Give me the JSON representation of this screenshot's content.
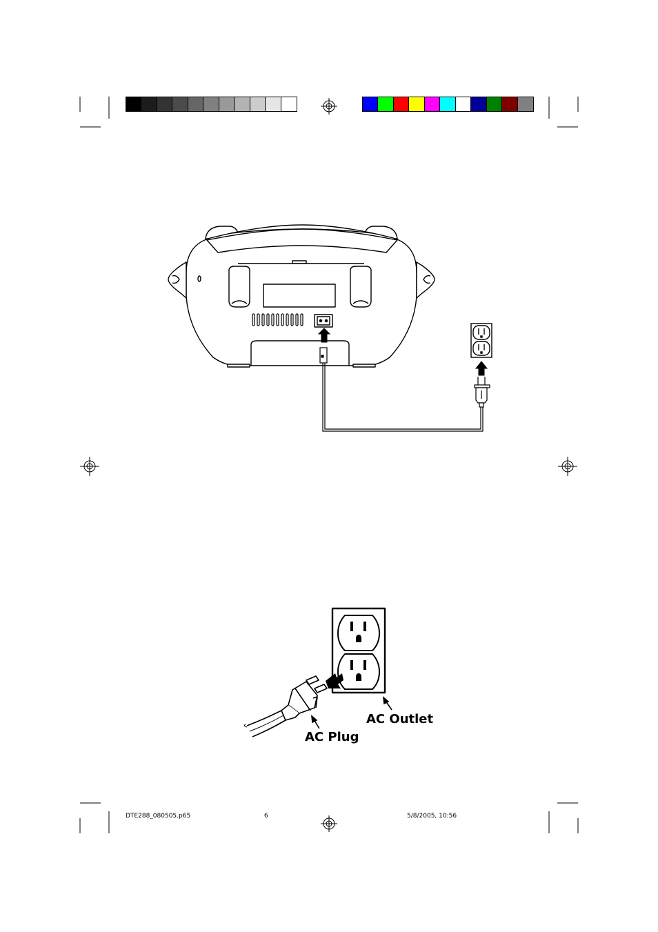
{
  "print_marks": {
    "grayscale_swatches": [
      "#000000",
      "#1c1c1c",
      "#333333",
      "#4b4b4b",
      "#666666",
      "#808080",
      "#999999",
      "#b3b3b3",
      "#cccccc",
      "#e6e6e6",
      "#ffffff"
    ],
    "color_swatches": [
      "#0000ff",
      "#00ff00",
      "#ff0000",
      "#ffff00",
      "#ff00ff",
      "#00ffff",
      "#ffffff",
      "#000099",
      "#008000",
      "#800000",
      "#808080"
    ]
  },
  "figure2": {
    "ac_outlet_label": "AC Outlet",
    "ac_plug_label": "AC Plug"
  },
  "footer": {
    "filename": "DTE288_080505.p65",
    "page_number": "6",
    "timestamp": "5/8/2005, 10:56"
  }
}
